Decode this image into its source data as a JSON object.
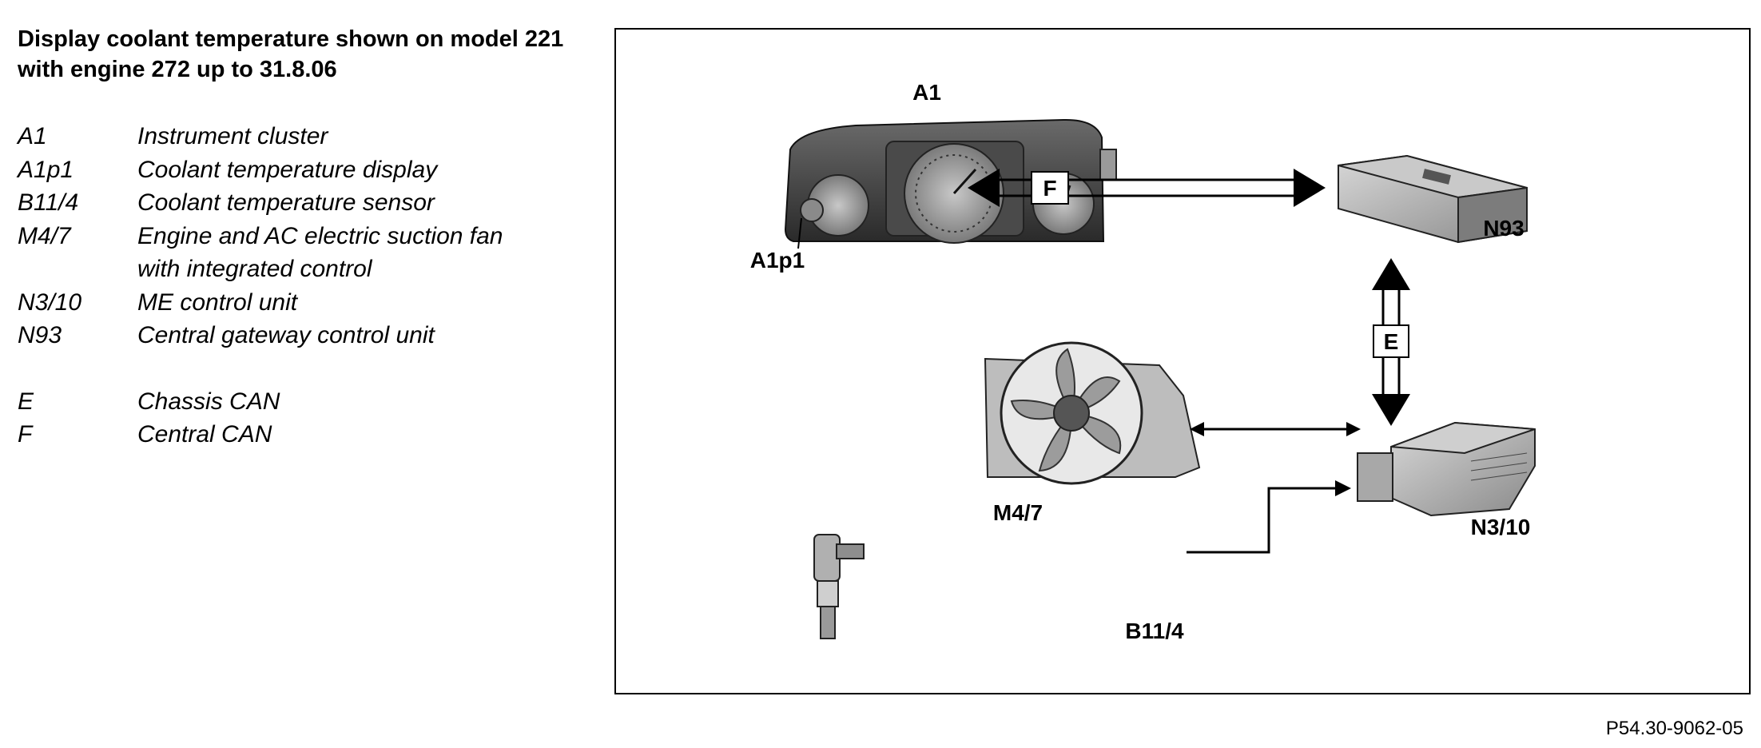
{
  "title": "Display coolant temperature shown on model 221 with engine 272 up to 31.8.06",
  "legend": [
    {
      "code": "A1",
      "desc": "Instrument cluster"
    },
    {
      "code": "A1p1",
      "desc": "Coolant temperature display"
    },
    {
      "code": "B11/4",
      "desc": "Coolant temperature sensor"
    },
    {
      "code": "M4/7",
      "desc": "Engine and AC electric suction fan with integrated control"
    },
    {
      "code": "N3/10",
      "desc": "ME control unit"
    },
    {
      "code": "N93",
      "desc": "Central gateway control unit"
    }
  ],
  "buses": [
    {
      "code": "E",
      "desc": "Chassis CAN"
    },
    {
      "code": "F",
      "desc": "Central CAN"
    }
  ],
  "diagram": {
    "label_a1": "A1",
    "label_a1p1": "A1p1",
    "label_n93": "N93",
    "label_m47": "M4/7",
    "label_n310": "N3/10",
    "label_b114": "B11/4",
    "bus_f": "F",
    "bus_e": "E"
  },
  "footer": "P54.30-9062-05"
}
